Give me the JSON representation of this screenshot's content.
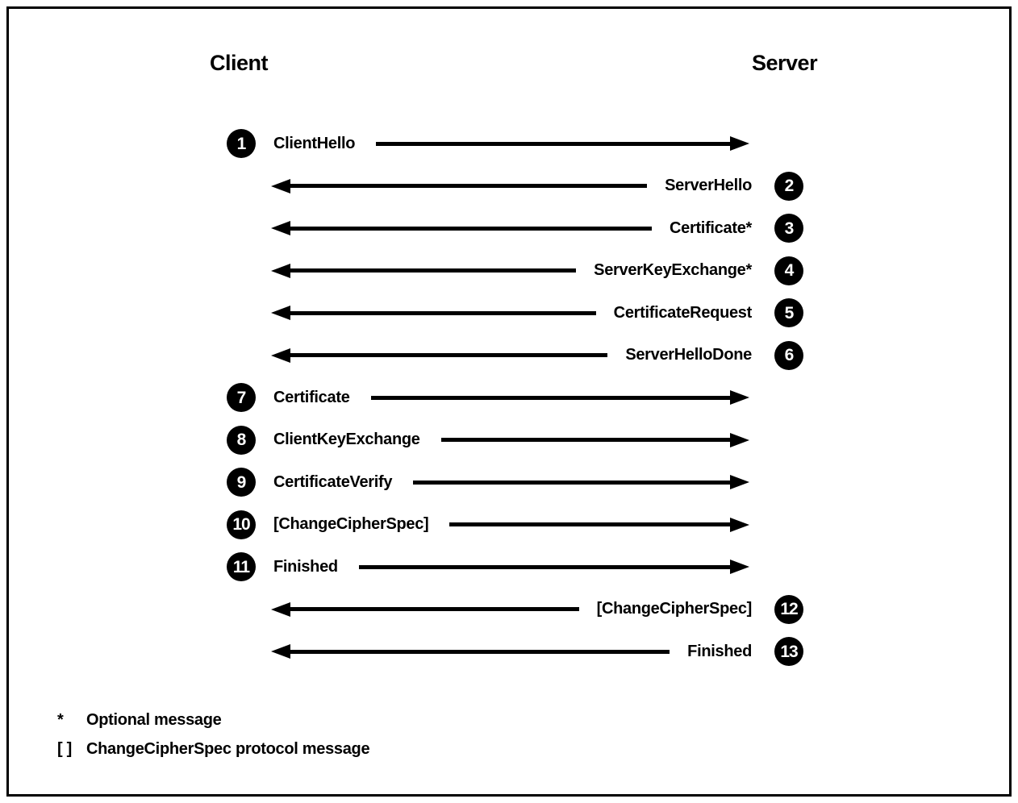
{
  "headers": {
    "client": "Client",
    "server": "Server"
  },
  "messages": [
    {
      "num": "1",
      "label": "ClientHello",
      "direction": "right",
      "from": "client",
      "to": "server"
    },
    {
      "num": "2",
      "label": "ServerHello",
      "direction": "left",
      "from": "server",
      "to": "client"
    },
    {
      "num": "3",
      "label": "Certificate*",
      "direction": "left",
      "from": "server",
      "to": "client"
    },
    {
      "num": "4",
      "label": "ServerKeyExchange*",
      "direction": "left",
      "from": "server",
      "to": "client"
    },
    {
      "num": "5",
      "label": "CertificateRequest",
      "direction": "left",
      "from": "server",
      "to": "client"
    },
    {
      "num": "6",
      "label": "ServerHelloDone",
      "direction": "left",
      "from": "server",
      "to": "client"
    },
    {
      "num": "7",
      "label": "Certificate",
      "direction": "right",
      "from": "client",
      "to": "server"
    },
    {
      "num": "8",
      "label": "ClientKeyExchange",
      "direction": "right",
      "from": "client",
      "to": "server"
    },
    {
      "num": "9",
      "label": "CertificateVerify",
      "direction": "right",
      "from": "client",
      "to": "server"
    },
    {
      "num": "10",
      "label": "[ChangeCipherSpec]",
      "direction": "right",
      "from": "client",
      "to": "server"
    },
    {
      "num": "11",
      "label": "Finished",
      "direction": "right",
      "from": "client",
      "to": "server"
    },
    {
      "num": "12",
      "label": "[ChangeCipherSpec]",
      "direction": "left",
      "from": "server",
      "to": "client"
    },
    {
      "num": "13",
      "label": "Finished",
      "direction": "left",
      "from": "server",
      "to": "client"
    }
  ],
  "legend": [
    {
      "symbol": "*",
      "text": "Optional message"
    },
    {
      "symbol": "[ ]",
      "text": "ChangeCipherSpec protocol message"
    }
  ],
  "colors": {
    "foreground": "#000000",
    "background": "#ffffff"
  }
}
